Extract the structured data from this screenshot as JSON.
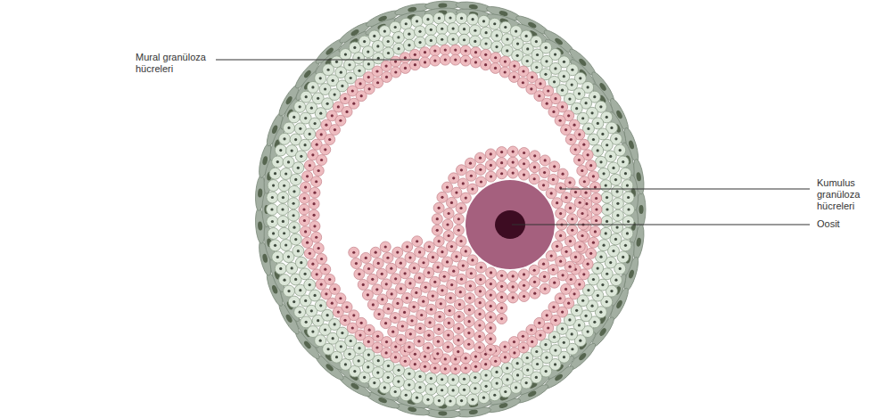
{
  "diagram": {
    "labels": [
      "Mural granüloza hücreleri",
      "Kumulus granüloza hücreleri",
      "Oosit"
    ]
  }
}
